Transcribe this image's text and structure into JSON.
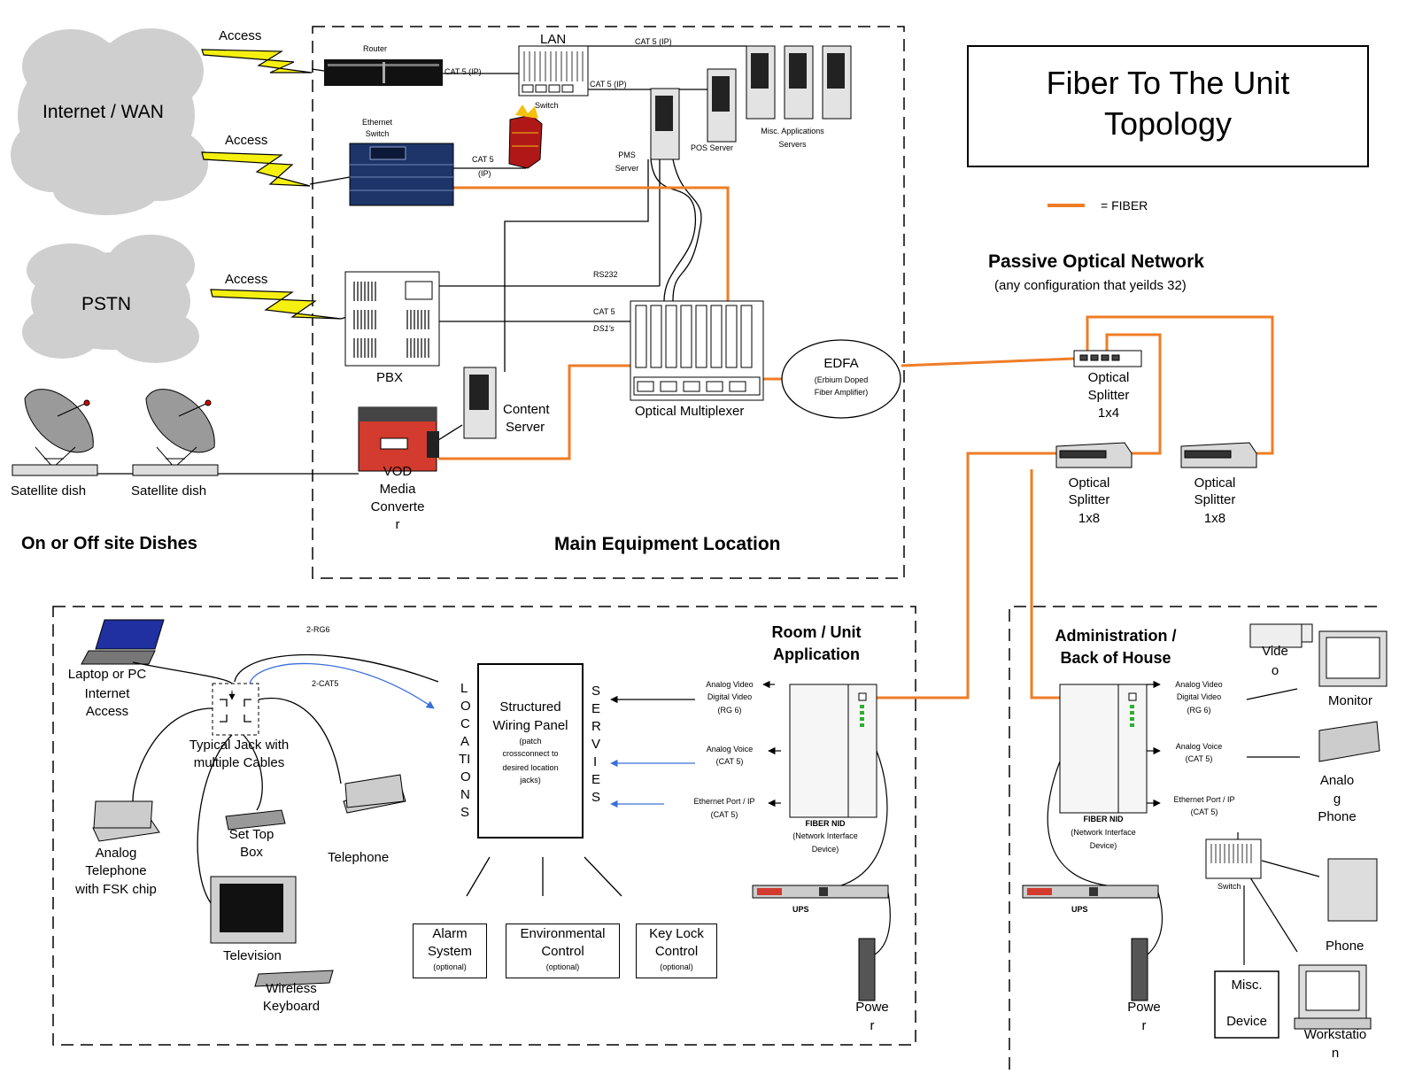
{
  "title": {
    "line1": "Fiber To The Unit",
    "line2": "Topology"
  },
  "legend": {
    "fiber_label": "= FIBER",
    "fiber_color": "#ef7d26"
  },
  "clouds": {
    "internet": "Internet / WAN",
    "pstn": "PSTN"
  },
  "access": [
    "Access",
    "Access",
    "Access"
  ],
  "dishes": {
    "dish1": "Satellite dish",
    "dish2": "Satellite dish",
    "section": "On or Off site Dishes"
  },
  "main": {
    "section": "Main Equipment Location",
    "router": "Router",
    "lan": "LAN",
    "switch": "Switch",
    "ethernet_switch": [
      "Ethernet",
      "Switch"
    ],
    "cat5_ip_1": "CAT 5 (IP)",
    "cat5_ip_2": "CAT 5 (IP)",
    "cat5_ip_3": "CAT 5 (IP)",
    "cat5_ip_4": [
      "CAT 5",
      "(IP)"
    ],
    "pms": [
      "PMS",
      "Server"
    ],
    "pos": "POS Server",
    "misc_apps": [
      "Misc. Applications",
      "Servers"
    ],
    "rs232": "RS232",
    "cat5": "CAT 5",
    "ds1s": "DS1's",
    "pbx": "PBX",
    "content_server": [
      "Content",
      "Server"
    ],
    "vod": [
      "VOD",
      "Media",
      "Converte",
      "r"
    ],
    "optical_mux": "Optical Multiplexer",
    "edfa": [
      "EDFA",
      "(Erbium Doped",
      "Fiber Amplifier)"
    ]
  },
  "pon": {
    "title": "Passive Optical Network",
    "subtitle": "(any configuration that yeilds 32)",
    "splitter14": [
      "Optical",
      "Splitter",
      "1x4"
    ],
    "splitter18a": [
      "Optical",
      "Splitter",
      "1x8"
    ],
    "splitter18b": [
      "Optical",
      "Splitter",
      "1x8"
    ]
  },
  "room": {
    "title": [
      "Room / Unit",
      "Application"
    ],
    "laptop": [
      "Laptop or PC",
      "Internet",
      "Access"
    ],
    "rg6": "2-RG6",
    "cat5": "2-CAT5",
    "jack": [
      "Typical Jack with",
      "multiple Cables"
    ],
    "analog_phone": [
      "Analog",
      "Telephone",
      "with FSK chip"
    ],
    "settop": [
      "Set Top",
      "Box"
    ],
    "telephone": "Telephone",
    "television": "Television",
    "keyboard": [
      "Wireless",
      "Keyboard"
    ],
    "panel": [
      "Structured",
      "Wiring Panel",
      "(patch",
      "crossconnect to",
      "desired location",
      "jacks)"
    ],
    "locations": [
      "L",
      "O",
      "C",
      "A",
      "TI",
      "O",
      "N",
      "S"
    ],
    "services": [
      "S",
      "E",
      "R",
      "V",
      "I",
      "E",
      "S"
    ],
    "analog_video": [
      "Analog Video",
      "Digital Video",
      "(RG 6)"
    ],
    "analog_voice": [
      "Analog Voice",
      "(CAT 5)"
    ],
    "ethernet": [
      "Ethernet Port / IP",
      "(CAT 5)"
    ],
    "nid": [
      "FIBER NID",
      "(Network Interface",
      "Device)"
    ],
    "ups": "UPS",
    "power": [
      "Powe",
      "r"
    ],
    "alarm": [
      "Alarm",
      "System",
      "(optional)"
    ],
    "env": [
      "Environmental",
      "Control",
      "(optional)"
    ],
    "keylock": [
      "Key Lock",
      "Control",
      "(optional)"
    ]
  },
  "admin": {
    "title": [
      "Administration /",
      "Back of House"
    ],
    "analog_video": [
      "Analog Video",
      "Digital Video",
      "(RG 6)"
    ],
    "analog_voice": [
      "Analog Voice",
      "(CAT 5)"
    ],
    "ethernet": [
      "Ethernet Port / IP",
      "(CAT 5)"
    ],
    "nid": [
      "FIBER NID",
      "(Network Interface",
      "Device)"
    ],
    "video": [
      "Vide",
      "o"
    ],
    "monitor": "Monitor",
    "analog_phone": [
      "Analo",
      "g",
      "Phone"
    ],
    "switch": "Switch",
    "ups": "UPS",
    "power": [
      "Powe",
      "r"
    ],
    "phone": "Phone",
    "misc": [
      "Misc.",
      "Device"
    ],
    "workstation": [
      "Workstatio",
      "n"
    ]
  }
}
